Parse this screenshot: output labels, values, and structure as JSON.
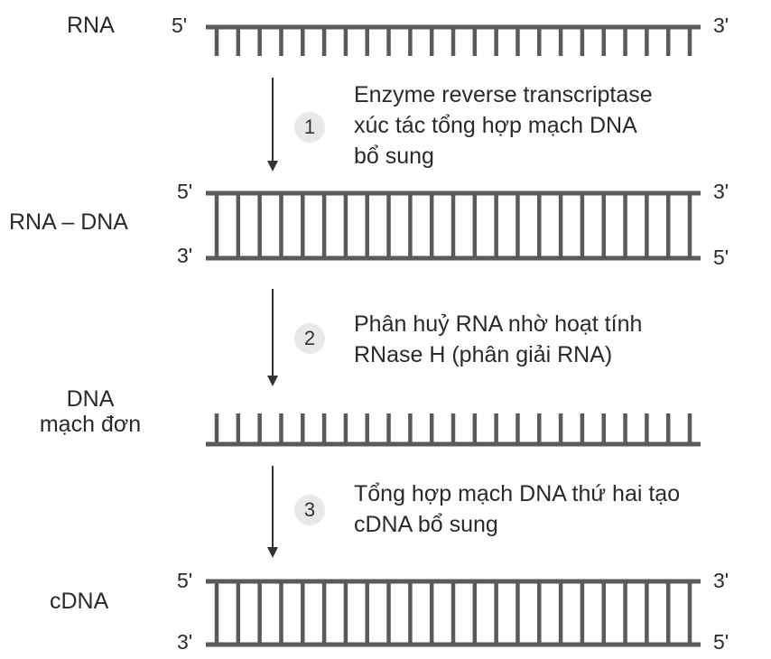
{
  "molecules": {
    "rna": {
      "label": "RNA",
      "top_end_left": "5'",
      "top_end_right": "3'"
    },
    "hybrid": {
      "label": "RNA – DNA",
      "top_end_left": "5'",
      "top_end_right": "3'",
      "bottom_end_left": "3'",
      "bottom_end_right": "5'"
    },
    "ssdna": {
      "label_line1": "DNA",
      "label_line2": "mạch đơn"
    },
    "cdna": {
      "label": "cDNA",
      "top_end_left": "5'",
      "top_end_right": "3'",
      "bottom_end_left": "3'",
      "bottom_end_right": "5'"
    }
  },
  "steps": [
    {
      "number": "1",
      "line1": "Enzyme reverse transcriptase",
      "line2": "xúc tác tổng hợp mạch DNA",
      "line3": "bổ sung"
    },
    {
      "number": "2",
      "line1": "Phân huỷ RNA nhờ hoạt tính",
      "line2": "RNase H (phân giải RNA)"
    },
    {
      "number": "3",
      "line1": "Tổng hợp mạch DNA thứ hai tạo",
      "line2": "cDNA bổ sung"
    }
  ]
}
